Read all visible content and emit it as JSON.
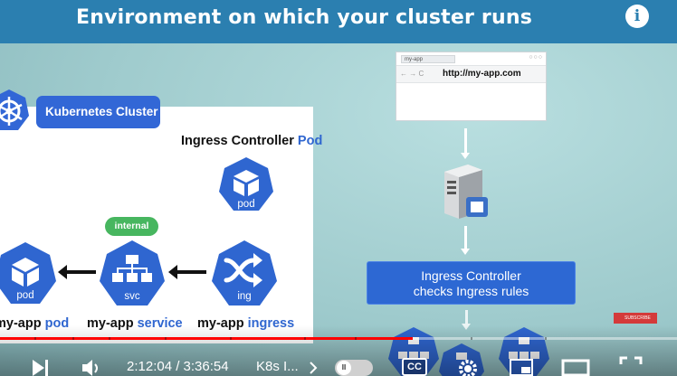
{
  "banner": {
    "title": "Environment on which your cluster runs",
    "info_icon": "i"
  },
  "cluster": {
    "label": "Kubernetes Cluster"
  },
  "ingress_pod_title": {
    "main": "Ingress Controller",
    "accent": "Pod"
  },
  "icons": {
    "pod_top": "pod",
    "pod_left": "pod",
    "svc": "svc",
    "ing": "ing"
  },
  "internal_badge": "internal",
  "captions": {
    "app_pod": {
      "main": "my-app",
      "accent": "pod"
    },
    "service": {
      "main": "my-app",
      "accent": "service"
    },
    "ingress": {
      "main": "my-app",
      "accent": "ingress"
    }
  },
  "browser": {
    "tab": "my-app",
    "url": "http://my-app.com",
    "nav": "← → C",
    "window_controls": "○○○"
  },
  "ic_box": {
    "line1": "Ingress Controller",
    "line2": "checks Ingress rules"
  },
  "subscribe": "SUBSCRIBE",
  "player": {
    "time": "2:12:04 / 3:36:54",
    "chapter": "K8s I...",
    "autoplay_knob": "II",
    "cc": "CC",
    "progress_fraction": 0.609
  },
  "colors": {
    "accent_blue": "#2f66d0",
    "banner": "#2b7fb0",
    "pill_green": "#47b65f",
    "progress": "#ff0000"
  }
}
